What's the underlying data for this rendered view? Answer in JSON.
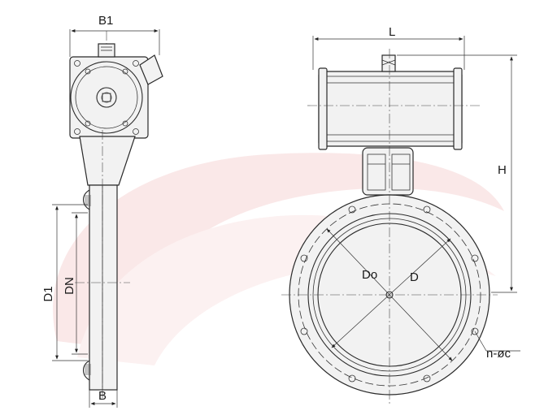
{
  "labels": {
    "b1": "B1",
    "l": "L",
    "h": "H",
    "d1": "D1",
    "dn": "DN",
    "b": "B",
    "do": "Do",
    "d": "D",
    "holes": "n-øc"
  },
  "colors": {
    "watermark": "#f7d9d9",
    "line": "#2a2a2a",
    "fill": "#f2f2f2"
  }
}
